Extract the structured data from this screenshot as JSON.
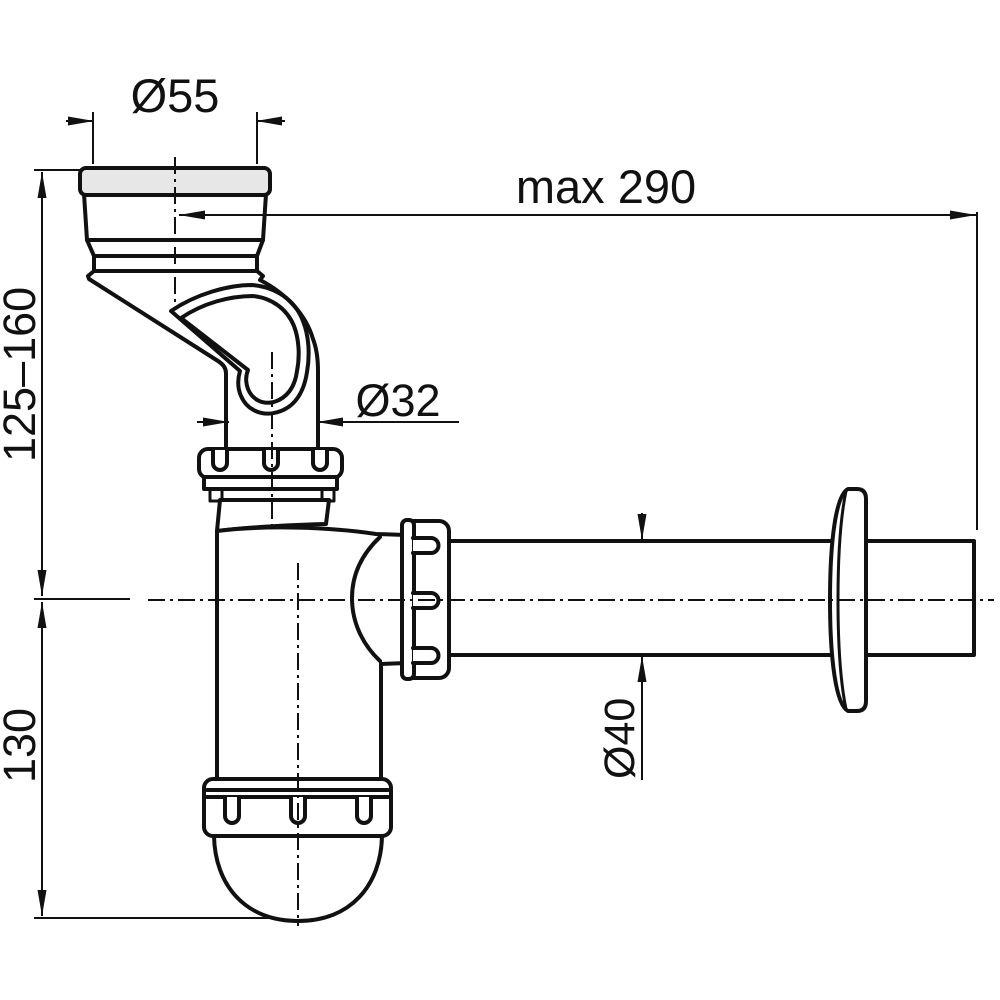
{
  "diagram": {
    "labels": {
      "top_diameter": "Ø55",
      "max_length": "max 290",
      "inlet_height_range": "125–160",
      "trap_height": "130",
      "inlet_diameter": "Ø32",
      "outlet_diameter": "Ø40"
    },
    "colors": {
      "line": "#111111",
      "gasket": "#e7e7e7",
      "background": "#ffffff"
    }
  }
}
